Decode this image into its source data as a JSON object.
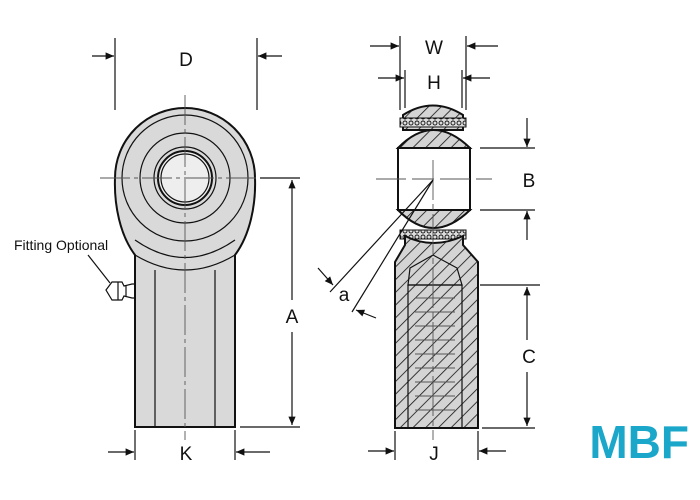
{
  "diagram": {
    "labels": {
      "D": "D",
      "W": "W",
      "H": "H",
      "B": "B",
      "A": "A",
      "a": "a",
      "C": "C",
      "K": "K",
      "J": "J"
    },
    "fitting_note": "Fitting Optional",
    "brand": "MBF"
  },
  "colors": {
    "brand": "#1aa7c9",
    "body_fill": "#d9d9d9",
    "line": "#111111"
  }
}
